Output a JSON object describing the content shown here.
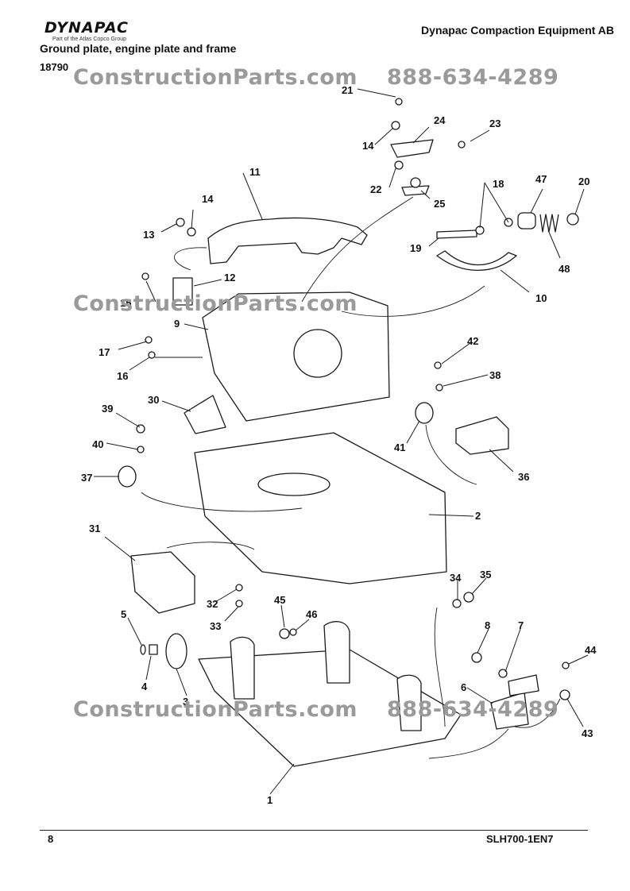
{
  "header": {
    "brand": "DYNAPAC",
    "brand_tagline": "Part of the Atlas Copco Group",
    "company": "Dynapac Compaction Equipment AB",
    "title": "Ground plate, engine plate and frame",
    "figure_number": "18790"
  },
  "watermark": {
    "site": "ConstructionParts.com",
    "phone": "888-634-4289"
  },
  "callouts": [
    "1",
    "2",
    "3",
    "4",
    "5",
    "6",
    "7",
    "8",
    "9",
    "10",
    "11",
    "12",
    "13",
    "14",
    "14",
    "15",
    "16",
    "17",
    "18",
    "19",
    "20",
    "21",
    "22",
    "23",
    "24",
    "25",
    "30",
    "31",
    "32",
    "33",
    "34",
    "35",
    "36",
    "37",
    "38",
    "39",
    "40",
    "41",
    "42",
    "43",
    "44",
    "45",
    "46",
    "47",
    "48"
  ],
  "footer": {
    "page": "8",
    "document": "SLH700-1EN7"
  },
  "colors": {
    "ink": "#111111",
    "watermark": "#9a9a9a",
    "paper": "#ffffff"
  }
}
